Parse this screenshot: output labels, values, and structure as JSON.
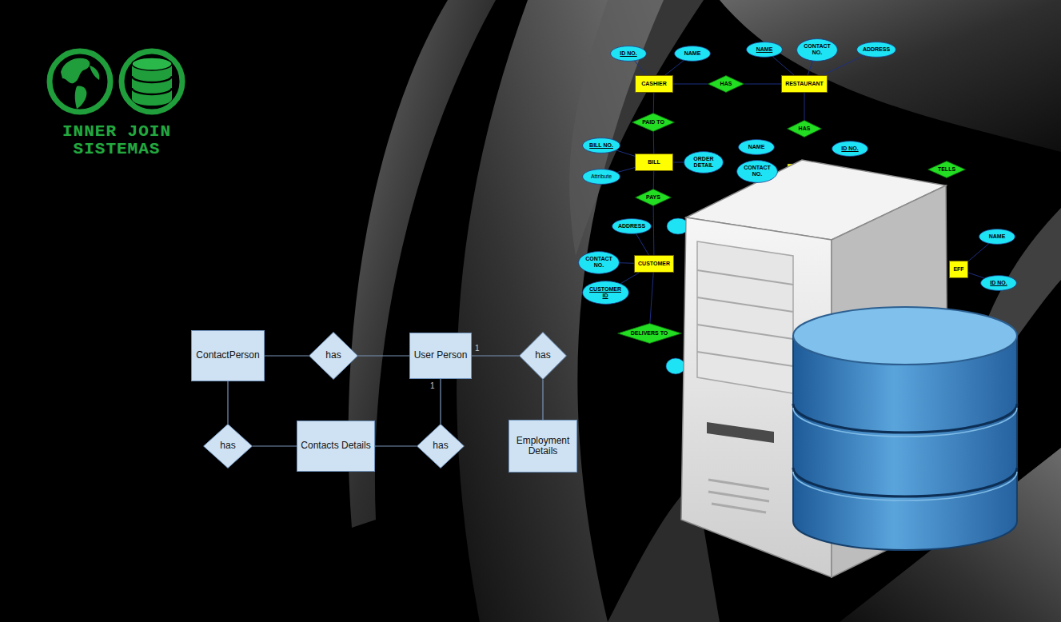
{
  "diagram": {
    "nodes": [
      {
        "text": [
          "ID NO."
        ]
      },
      {
        "text": [
          "NAME"
        ]
      },
      {
        "text": [
          "NAME"
        ]
      },
      {
        "text": [
          "CONTACT NO."
        ]
      },
      {
        "text": [
          "ADDRESS"
        ]
      },
      {
        "text": [
          "CASHIER"
        ]
      },
      {
        "text": [
          "HAS"
        ]
      },
      {
        "text": [
          "RESTAURANT"
        ]
      },
      {
        "text": [
          "PAID TO"
        ]
      },
      {
        "text": [
          "HAS"
        ]
      },
      {
        "text": [
          "BILL NO."
        ]
      },
      {
        "text": [
          "NAME"
        ]
      },
      {
        "text": [
          "ID NO."
        ]
      },
      {
        "text": [
          "BILL"
        ]
      },
      {
        "text": [
          "ORDER DETAIL"
        ]
      },
      {
        "text": [
          "CONTACT NO."
        ]
      },
      {
        "text": [
          "TELLS"
        ]
      },
      {
        "text": [
          "Attribute"
        ]
      },
      {
        "text": [
          "PAYS"
        ]
      },
      {
        "text": [
          "ADDRESS"
        ]
      },
      {
        "text": [
          "NAME"
        ]
      },
      {
        "text": [
          "CONTACT NO."
        ]
      },
      {
        "text": [
          "CUSTOMER"
        ]
      },
      {
        "text": [
          "EFF"
        ]
      },
      {
        "text": [
          "ID NO."
        ]
      },
      {
        "text": [
          "CUSTOMER ID"
        ]
      },
      {
        "text": [
          "DELIVERS TO"
        ]
      },
      {
        "text": [
          "ContactPerson"
        ]
      },
      {
        "text": [
          "has"
        ]
      },
      {
        "text": [
          "User Person"
        ]
      },
      {
        "text": [
          "has"
        ]
      },
      {
        "text": [
          "Contacts Details"
        ]
      },
      {
        "text": [
          "has"
        ]
      },
      {
        "text": [
          "has"
        ]
      },
      {
        "text": [
          "Employment Details"
        ]
      }
    ],
    "edges": [
      {
        "from": 5,
        "to": 6,
        "arrow": "none"
      },
      {
        "from": 6,
        "to": 7,
        "arrow": "none"
      },
      {
        "from": 5,
        "to": 0,
        "arrow": "none"
      },
      {
        "from": 5,
        "to": 1,
        "arrow": "none"
      },
      {
        "from": 7,
        "to": 2,
        "arrow": "none"
      },
      {
        "from": 7,
        "to": 3,
        "arrow": "none"
      },
      {
        "from": 7,
        "to": 4,
        "arrow": "none"
      },
      {
        "from": 5,
        "to": 8,
        "arrow": "none"
      },
      {
        "from": 8,
        "to": 13,
        "arrow": "none"
      },
      {
        "from": 7,
        "to": 9,
        "arrow": "none"
      },
      {
        "from": 13,
        "to": 10,
        "arrow": "none"
      },
      {
        "from": 13,
        "to": 14,
        "arrow": "none"
      },
      {
        "from": 13,
        "to": 17,
        "arrow": "none"
      },
      {
        "from": 13,
        "to": 18,
        "arrow": "none"
      },
      {
        "from": 18,
        "to": 22,
        "arrow": "none"
      },
      {
        "from": 22,
        "to": 19,
        "arrow": "none"
      },
      {
        "from": 22,
        "to": 21,
        "arrow": "none"
      },
      {
        "from": 22,
        "to": 25,
        "arrow": "none"
      },
      {
        "from": 22,
        "to": 26,
        "arrow": "none"
      },
      {
        "from": 23,
        "to": 20,
        "arrow": "none"
      },
      {
        "from": 23,
        "to": 24,
        "arrow": "none"
      },
      {
        "from": 27,
        "to": 28,
        "arrow": "none"
      },
      {
        "from": 28,
        "to": 29,
        "arrow": "none"
      },
      {
        "from": 29,
        "to": 30,
        "arrow": "none"
      },
      {
        "from": 30,
        "to": 34,
        "arrow": "none"
      },
      {
        "from": 27,
        "to": 32,
        "arrow": "none"
      },
      {
        "from": 32,
        "to": 31,
        "arrow": "none"
      },
      {
        "from": 31,
        "to": 33,
        "arrow": "none"
      },
      {
        "from": 33,
        "to": 29,
        "arrow": "none"
      }
    ],
    "labels": [
      "INNER JOIN SISTEMAS",
      "1",
      "1"
    ]
  }
}
